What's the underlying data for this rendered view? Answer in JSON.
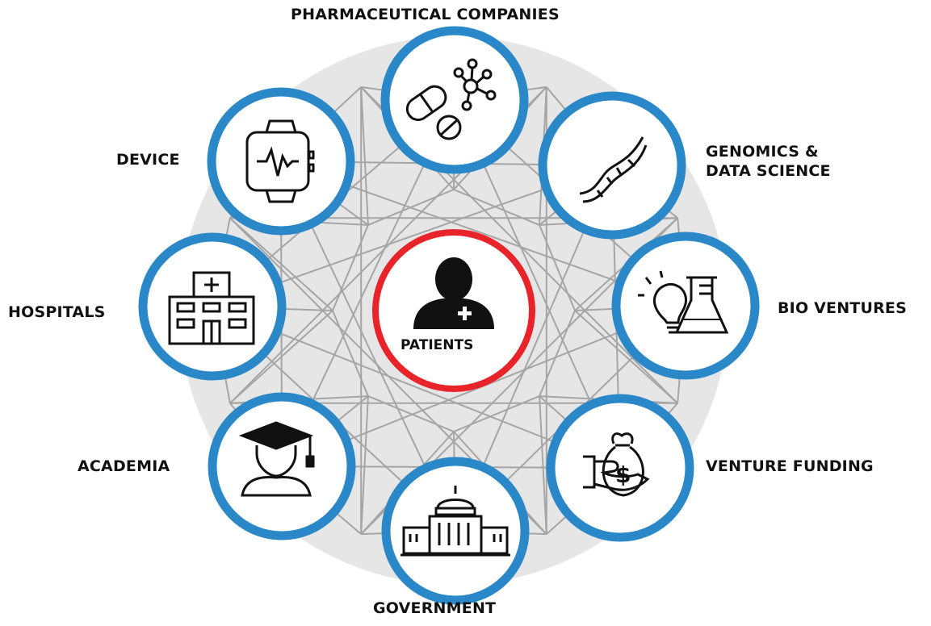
{
  "diagram": {
    "center": {
      "label": "PATIENTS",
      "icon": "patient-icon",
      "ring_color": "#e8232a"
    },
    "ring_color": "#2a87c8",
    "mesh_color": "#a5a5a5",
    "background_color": "#e6e6e6",
    "nodes": [
      {
        "id": "pharma",
        "label": "PHARMACEUTICAL COMPANIES",
        "icon": "pills-molecule-icon"
      },
      {
        "id": "genomics",
        "label_lines": [
          "GENOMICS &",
          "DATA SCIENCE"
        ],
        "icon": "dna-icon"
      },
      {
        "id": "bio",
        "label": "BIO VENTURES",
        "icon": "lightbulb-flask-icon"
      },
      {
        "id": "funding",
        "label": "VENTURE FUNDING",
        "icon": "money-bag-hand-icon"
      },
      {
        "id": "government",
        "label": "GOVERNMENT",
        "icon": "capitol-building-icon"
      },
      {
        "id": "academia",
        "label": "ACADEMIA",
        "icon": "graduate-icon"
      },
      {
        "id": "hospitals",
        "label": "HOSPITALS",
        "icon": "hospital-building-icon"
      },
      {
        "id": "device",
        "label": "DEVICE",
        "icon": "smartwatch-icon"
      }
    ]
  }
}
